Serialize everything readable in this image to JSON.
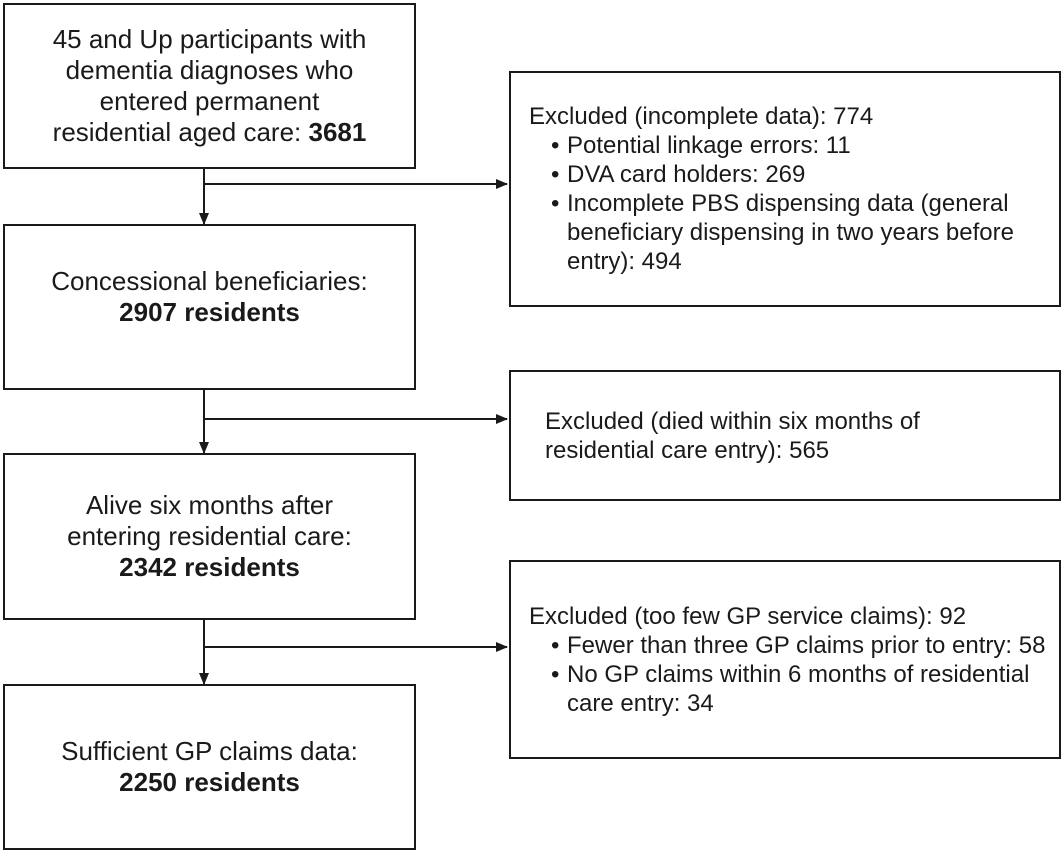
{
  "stages": [
    {
      "lines": [
        "45 and Up participants with",
        "dementia diagnoses who",
        "entered permanent"
      ],
      "last_prefix": "residential aged care: ",
      "count": "3681"
    },
    {
      "lines": [
        "Concessional beneficiaries:"
      ],
      "count": "2907 residents"
    },
    {
      "lines": [
        "Alive six months after",
        "entering residential care:"
      ],
      "count": "2342 residents"
    },
    {
      "lines": [
        "Sufficient GP claims data:"
      ],
      "count": "2250 residents"
    }
  ],
  "exclusions": [
    {
      "head": "Excluded (incomplete data): 774",
      "items": [
        "Potential linkage errors: 11",
        "DVA card holders: 269",
        "Incomplete PBS dispensing data (general beneficiary dispensing in two years before entry): 494"
      ]
    },
    {
      "head": "Excluded (died within six months of residential care entry): 565",
      "items": []
    },
    {
      "head": "Excluded (too few GP service claims): 92",
      "items": [
        "Fewer than three GP claims prior to entry: 58",
        "No GP claims within 6 months of residential care entry: 34"
      ]
    }
  ]
}
